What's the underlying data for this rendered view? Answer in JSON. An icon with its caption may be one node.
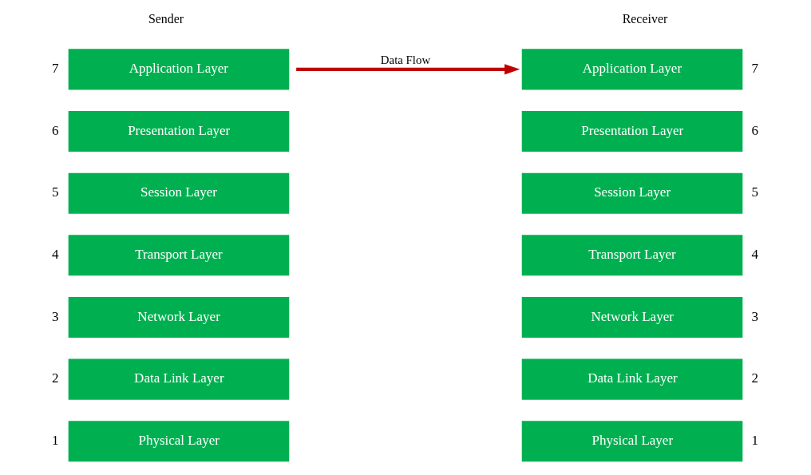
{
  "diagram": {
    "nodes": [
      {
        "text": [
          "Application Layer"
        ],
        "beside": [
          "7"
        ]
      },
      {
        "text": [
          "Presentation Layer"
        ],
        "beside": [
          "6"
        ]
      },
      {
        "text": [
          "Session Layer"
        ],
        "beside": [
          "5"
        ]
      },
      {
        "text": [
          "Transport Layer"
        ],
        "beside": [
          "4"
        ]
      },
      {
        "text": [
          "Network Layer"
        ],
        "beside": [
          "3"
        ]
      },
      {
        "text": [
          "Data Link Layer"
        ],
        "beside": [
          "2"
        ]
      },
      {
        "text": [
          "Physical Layer"
        ],
        "beside": [
          "1"
        ]
      },
      {
        "text": [
          "Application Layer"
        ],
        "beside": [
          "7"
        ]
      },
      {
        "text": [
          "Presentation Layer"
        ],
        "beside": [
          "6"
        ]
      },
      {
        "text": [
          "Session Layer"
        ],
        "beside": [
          "5"
        ]
      },
      {
        "text": [
          "Transport Layer"
        ],
        "beside": [
          "4"
        ]
      },
      {
        "text": [
          "Network Layer"
        ],
        "beside": [
          "3"
        ]
      },
      {
        "text": [
          "Data Link Layer"
        ],
        "beside": [
          "2"
        ]
      },
      {
        "text": [
          "Physical Layer"
        ],
        "beside": [
          "1"
        ]
      }
    ],
    "edges": [
      {
        "from": 0,
        "to": 7,
        "arrow": "to",
        "label": "Data Flow",
        "color": "#c00000"
      }
    ],
    "labels": [
      "Sender",
      "Receiver"
    ]
  }
}
